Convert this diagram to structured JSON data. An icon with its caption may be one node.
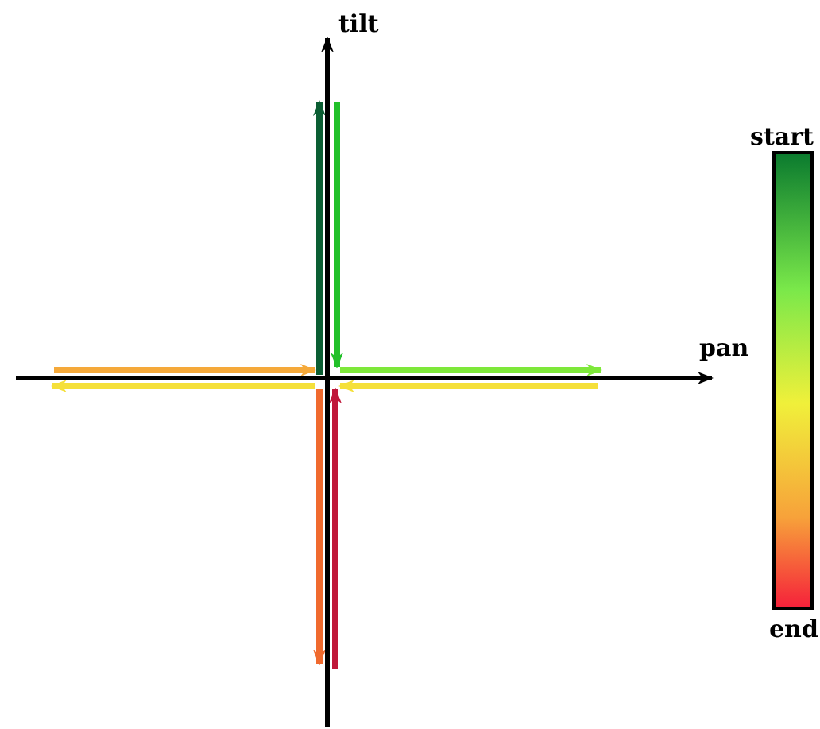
{
  "diagram": {
    "labels": [
      "tilt",
      "pan",
      "start",
      "end"
    ]
  }
}
